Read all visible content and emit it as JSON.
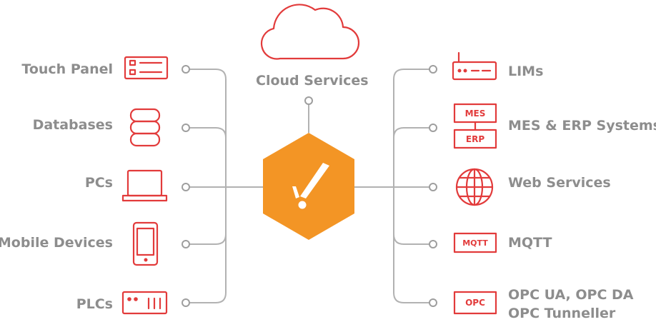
{
  "colors": {
    "accent": "#e23b3b",
    "hub": "#f39525",
    "line": "#b2b2b2",
    "text": "#8d8d8d"
  },
  "top": {
    "label": "Cloud Services",
    "icon": "cloud-icon"
  },
  "hub": {
    "icon": "flash-logo-icon"
  },
  "left_items": [
    {
      "label": "Touch Panel",
      "icon": "touch-panel-icon"
    },
    {
      "label": "Databases",
      "icon": "database-icon"
    },
    {
      "label": "PCs",
      "icon": "laptop-icon"
    },
    {
      "label": "Mobile Devices",
      "icon": "mobile-phone-icon"
    },
    {
      "label": "PLCs",
      "icon": "plc-icon"
    }
  ],
  "right_items": [
    {
      "label": "LIMs",
      "icon": "router-icon"
    },
    {
      "label": "MES & ERP Systems",
      "icon": "mes-erp-icon",
      "icon_text_top": "MES",
      "icon_text_bottom": "ERP"
    },
    {
      "label": "Web Services",
      "icon": "globe-icon"
    },
    {
      "label": "MQTT",
      "icon": "mqtt-icon",
      "icon_text": "MQTT"
    },
    {
      "label": "OPC UA, OPC DA",
      "label_line2": "OPC Tunneller",
      "icon": "opc-icon",
      "icon_text": "OPC"
    }
  ]
}
